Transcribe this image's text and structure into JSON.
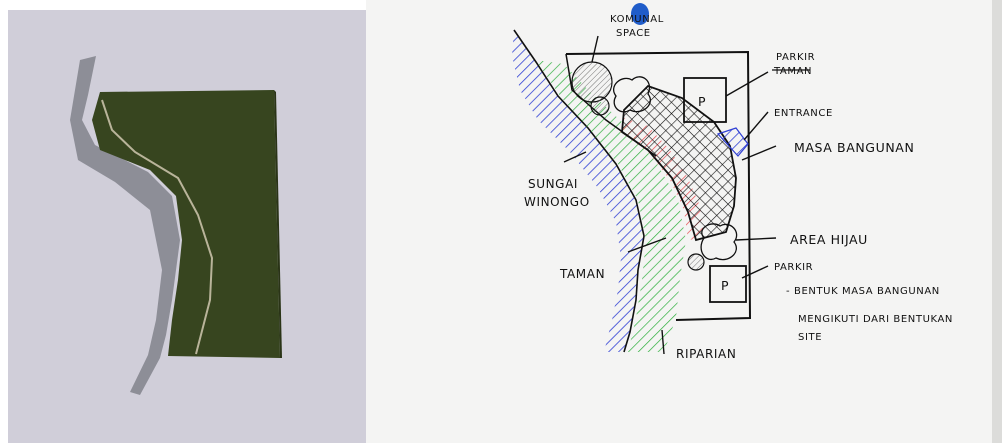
{
  "colors": {
    "site_green": "#37451f",
    "wall_gray": "#8d8e97",
    "bg_lavender": "#d0ced9",
    "river_blue": "#2f3fd4",
    "green_hatch": "#2cae3c",
    "red_hatch": "#e5484d",
    "ink": "#111111",
    "pin_blue": "#1f5cc9"
  },
  "labels": {
    "komunal_1": "KOMUNAL",
    "komunal_2": "SPACE",
    "parkir_top": "PARKIR",
    "parkir_struck": "TAMAN",
    "p_top": "P",
    "entrance": "ENTRANCE",
    "masa_bangunan": "MASA BANGUNAN",
    "sungai_1": "SUNGAI",
    "sungai_2": "WINONGO",
    "area_hijau": "AREA HIJAU",
    "taman": "TAMAN",
    "parkir_bottom": "PARKIR",
    "p_bottom": "P",
    "note_1": "- BENTUK MASA BANGUNAN",
    "note_2": "MENGIKUTI DARI BENTUKAN",
    "note_3": "SITE",
    "riparian": "RIPARIAN"
  }
}
